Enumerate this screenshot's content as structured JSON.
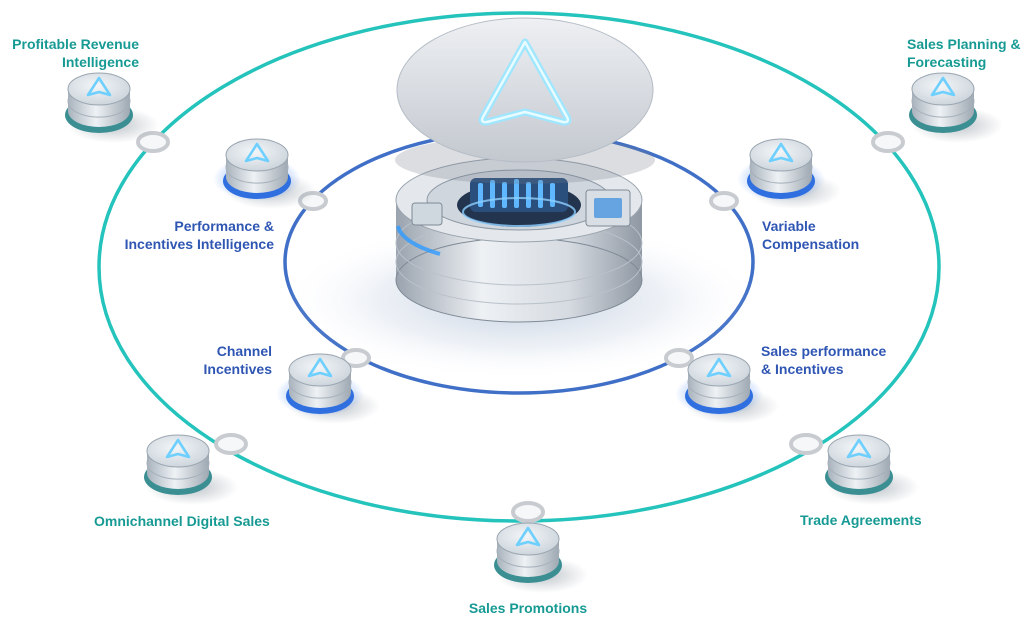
{
  "colors": {
    "outer_ring": "#24c3bc",
    "inner_ring": "#3f6fc6",
    "outer_label": "#179a94",
    "inner_label": "#2f56b3",
    "node_glow": "#7fd6ff",
    "hub_top": "#d9dde3",
    "hub_accent": "#2e9bff"
  },
  "icons": {
    "node": "arrow-logo-icon",
    "hub": "arrow-logo-icon",
    "connector": "ring-connector-icon"
  },
  "inner_nodes": [
    {
      "id": "performance-incentives-intelligence",
      "lines": [
        "Performance &",
        "Incentives Intelligence"
      ]
    },
    {
      "id": "variable-compensation",
      "lines": [
        "Variable",
        "Compensation"
      ]
    },
    {
      "id": "channel-incentives",
      "lines": [
        "Channel",
        "Incentives"
      ]
    },
    {
      "id": "sales-performance-incentives",
      "lines": [
        "Sales performance",
        "& Incentives"
      ]
    }
  ],
  "outer_nodes": [
    {
      "id": "profitable-revenue-intelligence",
      "lines": [
        "Profitable Revenue",
        "Intelligence"
      ]
    },
    {
      "id": "sales-planning-forecasting",
      "lines": [
        "Sales Planning &",
        "Forecasting"
      ]
    },
    {
      "id": "omnichannel-digital-sales",
      "lines": [
        "Omnichannel Digital Sales"
      ]
    },
    {
      "id": "trade-agreements",
      "lines": [
        "Trade Agreements"
      ]
    },
    {
      "id": "sales-promotions",
      "lines": [
        "Sales Promotions"
      ]
    }
  ]
}
